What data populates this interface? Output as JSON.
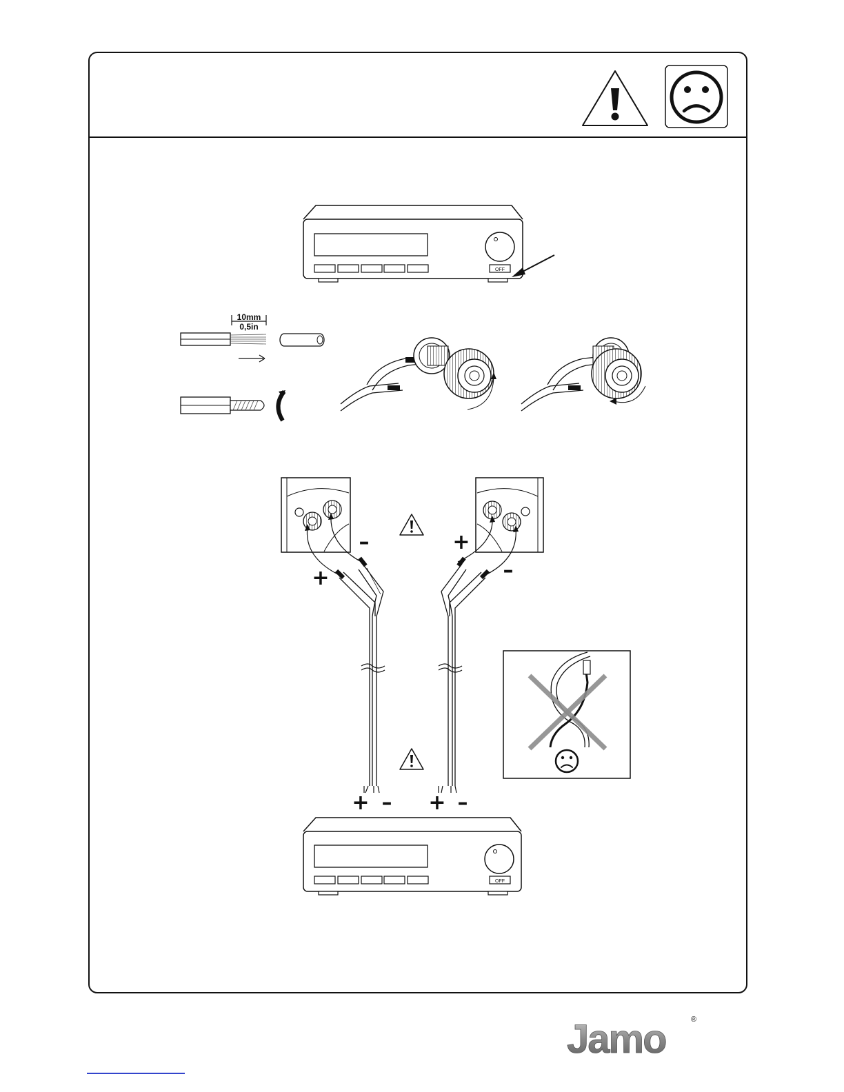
{
  "header": {
    "warning_icon": "warning-triangle-icon",
    "sad_face_icon": "sad-face-icon"
  },
  "amplifier": {
    "off_label": "OFF"
  },
  "wire_prep": {
    "length_mm": "10mm",
    "length_in": "0,5in",
    "twist_icon": "twist-arrow-icon"
  },
  "wiring": {
    "left_speaker_minus": "–",
    "left_speaker_plus": "+",
    "right_speaker_plus": "+",
    "right_speaker_minus": "–",
    "amp_left_plus": "+",
    "amp_left_minus": "–",
    "amp_right_plus": "+",
    "amp_right_minus": "–",
    "inset_icon": "crossed-wires-forbidden-icon"
  },
  "footer": {
    "logo": "Jamo",
    "registered": "®"
  },
  "colors": {
    "line": "#111111",
    "logo_gray": "#8a8a8a",
    "forbidden_cross": "#8c8c8c",
    "link_blue": "#3344cc"
  }
}
